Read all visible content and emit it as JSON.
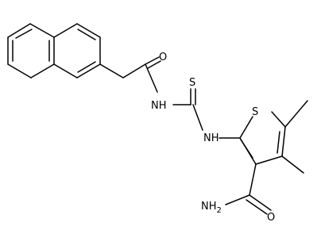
{
  "colors": {
    "bond": "#000000",
    "background": "#ffffff"
  },
  "atom_labels": {
    "o_acyl": "O",
    "nh_amide": "NH",
    "s_thio": "S",
    "nh_thiourea": "NH",
    "s_ring": "S",
    "nh2_carboxamide": "NH",
    "nh2_subscript": "2",
    "o_carboxamide": "O"
  }
}
